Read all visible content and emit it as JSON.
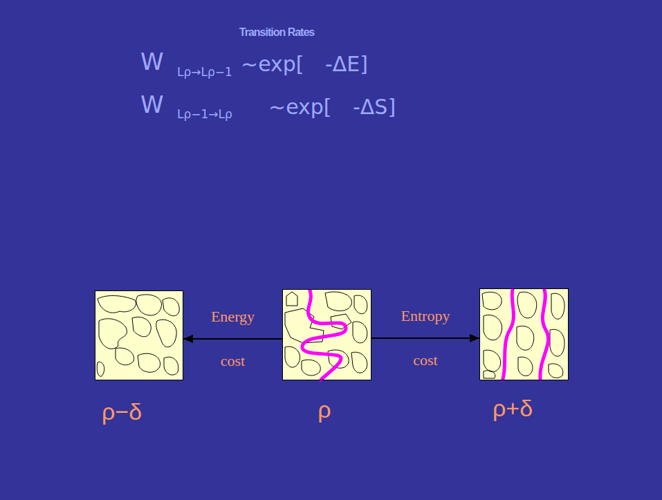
{
  "diagram": {
    "title": "Transition Rates",
    "nodes": [
      {
        "text": [
          "ρ−δ"
        ]
      },
      {
        "text": [
          "ρ"
        ]
      },
      {
        "text": [
          "ρ+δ"
        ]
      }
    ],
    "edges": [
      {
        "from": 1,
        "to": 0,
        "arrow": "to",
        "label": "Energy cost"
      },
      {
        "from": 1,
        "to": 2,
        "arrow": "to",
        "label": "Entropy cost"
      }
    ],
    "labels": [
      "W",
      "Lρ→Lρ−1",
      "~exp[",
      "-ΔE]",
      "W",
      "Lρ−1→Lρ",
      "~exp[",
      "-ΔS]"
    ]
  }
}
